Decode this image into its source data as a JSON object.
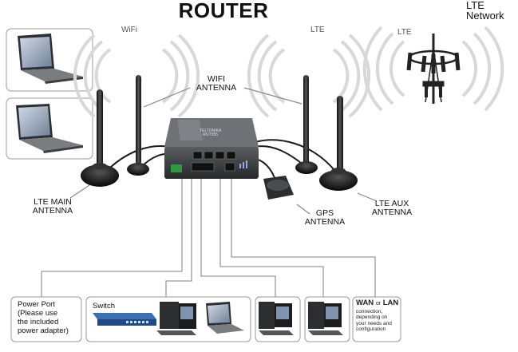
{
  "title": "ROUTER",
  "lte_network": {
    "line1": "LTE",
    "line2": "Network"
  },
  "wave_labels": {
    "wifi": "WiFi",
    "lte_router": "LTE",
    "lte_tower": "LTE"
  },
  "antenna_labels": {
    "wifi": {
      "line1": "WIFI",
      "line2": "ANTENNA"
    },
    "lte_main": {
      "line1": "LTE MAIN",
      "line2": "ANTENNA"
    },
    "gps": {
      "line1": "GPS",
      "line2": "ANTENNA"
    },
    "lte_aux": {
      "line1": "LTE AUX",
      "line2": "ANTENNA"
    }
  },
  "router_brand": {
    "name": "TELTONIKA",
    "model": "RUT955"
  },
  "power_port": {
    "line1": "Power Port",
    "line2": "(Please use",
    "line3": "the included",
    "line4": "power adapter)"
  },
  "switch_label": "Switch",
  "wan_lan": {
    "wan": "WAN",
    "or": "or",
    "lan": "LAN",
    "line1": "connection,",
    "line2": "depending on",
    "line3": "your needs and",
    "line4": "configuration"
  }
}
